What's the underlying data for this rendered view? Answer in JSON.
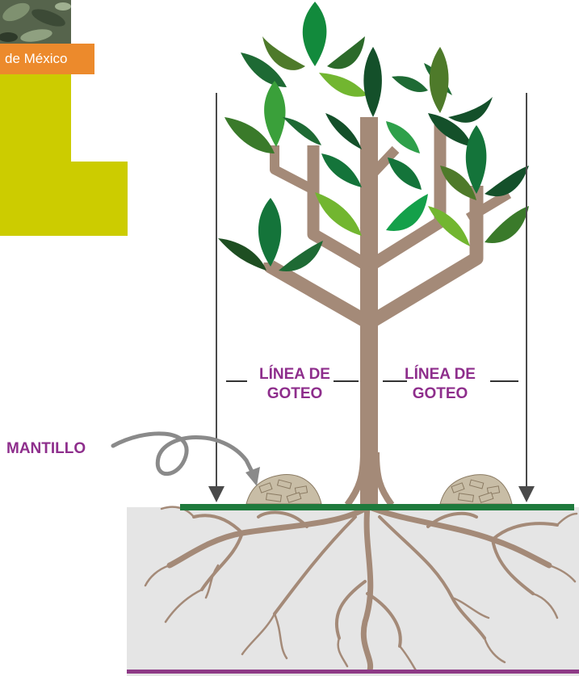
{
  "header": {
    "tag_text": "de México"
  },
  "labels": {
    "drip_line_left": "LÍNEA DE GOTEO",
    "drip_line_right": "LÍNEA DE GOTEO",
    "mulch": "MANTILLO"
  },
  "colors": {
    "label_purple": "#8e2e8c",
    "trunk_brown": "#a48a78",
    "ground_green": "#1e7a3c",
    "soil_gray": "#e5e5e5",
    "accent_orange": "#ec8a2c",
    "accent_yellow": "#cccc00"
  }
}
